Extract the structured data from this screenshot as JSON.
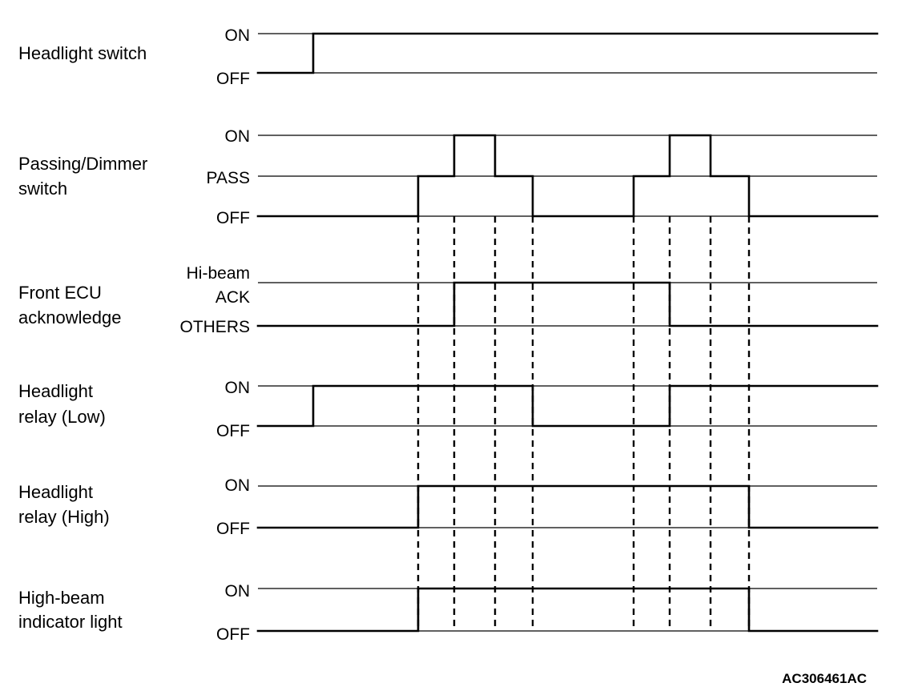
{
  "signals": [
    {
      "id": "headlight-switch",
      "name_lines": [
        "Headlight switch"
      ],
      "states": [
        "ON",
        "OFF"
      ],
      "waveform": [
        [
          0,
          1
        ],
        [
          391,
          0
        ],
        [
          1095,
          0
        ]
      ]
    },
    {
      "id": "passing-dimmer-switch",
      "name_lines": [
        "Passing/Dimmer",
        "switch"
      ],
      "states": [
        "ON",
        "PASS",
        "OFF"
      ],
      "waveform": [
        [
          0,
          2
        ],
        [
          522,
          1
        ],
        [
          567,
          0
        ],
        [
          618,
          1
        ],
        [
          665,
          2
        ],
        [
          791,
          1
        ],
        [
          836,
          0
        ],
        [
          887,
          1
        ],
        [
          935,
          2
        ],
        [
          1095,
          2
        ]
      ]
    },
    {
      "id": "front-ecu-acknowledge",
      "name_lines": [
        "Front ECU",
        "acknowledge"
      ],
      "states": [
        "Hi-beam\nACK",
        "OTHERS"
      ],
      "waveform": [
        [
          0,
          1
        ],
        [
          567,
          0
        ],
        [
          836,
          1
        ],
        [
          1095,
          1
        ]
      ]
    },
    {
      "id": "headlight-relay-low",
      "name_lines": [
        "Headlight",
        "relay (Low)"
      ],
      "states": [
        "ON",
        "OFF"
      ],
      "waveform": [
        [
          0,
          1
        ],
        [
          391,
          0
        ],
        [
          665,
          1
        ],
        [
          836,
          0
        ],
        [
          1095,
          0
        ]
      ]
    },
    {
      "id": "headlight-relay-high",
      "name_lines": [
        "Headlight",
        "relay (High)"
      ],
      "states": [
        "ON",
        "OFF"
      ],
      "waveform": [
        [
          0,
          1
        ],
        [
          522,
          0
        ],
        [
          935,
          1
        ],
        [
          1095,
          1
        ]
      ]
    },
    {
      "id": "high-beam-indicator-light",
      "name_lines": [
        "High-beam",
        "indicator light"
      ],
      "states": [
        "ON",
        "OFF"
      ],
      "waveform": [
        [
          0,
          1
        ],
        [
          522,
          0
        ],
        [
          935,
          1
        ],
        [
          1095,
          1
        ]
      ]
    }
  ],
  "figure_code": "AC306461AC"
}
